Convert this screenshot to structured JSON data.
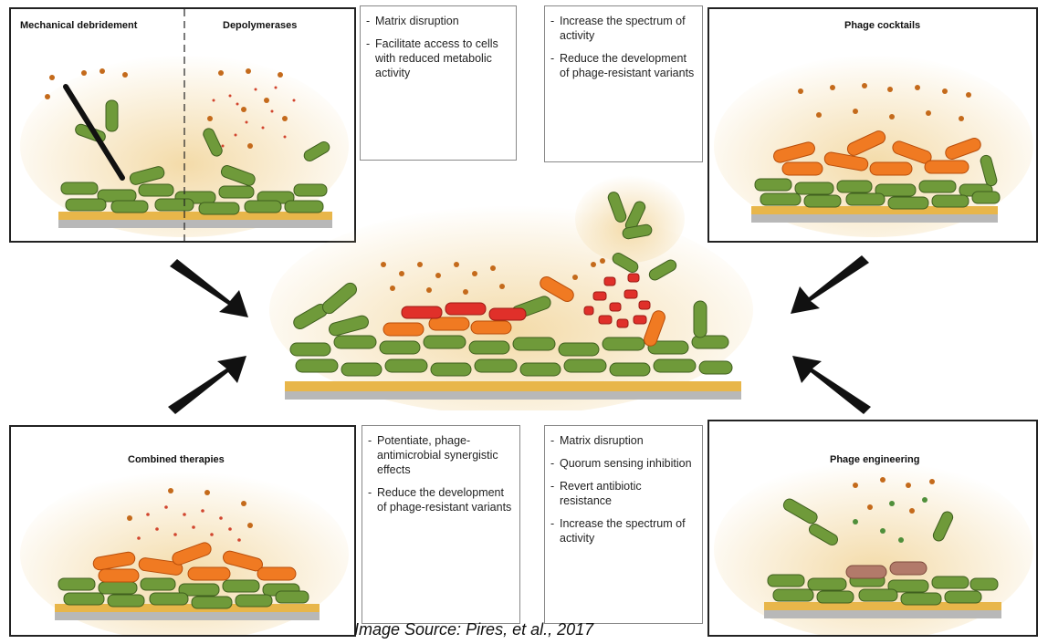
{
  "panels": {
    "mechanical": {
      "title": "Mechanical debridement"
    },
    "depolymerases": {
      "title": "Depolymerases"
    },
    "cocktails": {
      "title": "Phage cocktails"
    },
    "combined": {
      "title": "Combined therapies"
    },
    "engineering": {
      "title": "Phage engineering"
    }
  },
  "boxes": {
    "depolymerases_notes": [
      "Matrix disruption",
      "Facilitate access to cells with reduced metabolic activity"
    ],
    "cocktails_notes": [
      "Increase the spectrum of activity",
      "Reduce the development of phage-resistant variants"
    ],
    "combined_notes": [
      "Potentiate, phage-antimicrobial synergistic effects",
      "Reduce the development of phage-resistant variants"
    ],
    "engineering_notes": [
      "Matrix disruption",
      "Quorum sensing inhibition",
      "Revert antibiotic resistance",
      "Increase the spectrum of activity"
    ]
  },
  "source": "Image Source: Pires, et al., 2017",
  "colors": {
    "halo": "#f3d9a4",
    "bacteria_green": "#6f9a3a",
    "bacteria_orange": "#f07a22",
    "bacteria_red": "#e0302a",
    "substrate": "#b8b8b8",
    "matrix_yellow": "#e8b64a"
  }
}
